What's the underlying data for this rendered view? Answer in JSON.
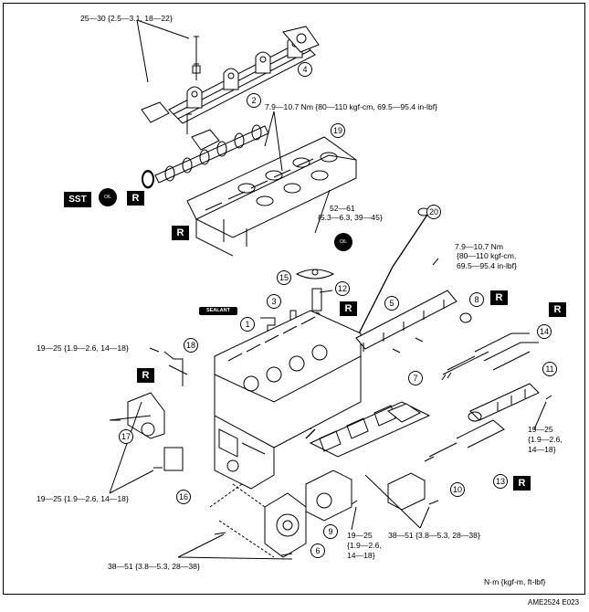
{
  "torque_specs": {
    "top_bolts": "25—30 {2.5—3.1, 18—22}",
    "cover_line1": "7.9—10.7 Nm {80—110 kgf-cm, 69.5—95.4 in-lbf}",
    "center_l1": "52—61",
    "center_l2": "{5.3—6.3, 39—45}",
    "right_l1": "7.9—10.7 Nm",
    "right_l2": "{80—110 kgf-cm,",
    "right_l3": "69.5—95.4 in-lbf}",
    "left_bracket": "19—25 {1.9—2.6, 14—18}",
    "right_pipe_l1": "19—25",
    "right_pipe_l2": "{1.9—2.6,",
    "right_pipe_l3": "14—18}",
    "left_lower": "19—25 {1.9—2.6, 14—18}",
    "pump_l1": "19—25",
    "pump_l2": "{1.9—2.6,",
    "pump_l3": "14—18}",
    "manifold": "38—51 {3.8—5.3, 28—38}",
    "bottom": "38—51 {3.8—5.3, 28—38}"
  },
  "callouts": [
    "1",
    "2",
    "3",
    "4",
    "5",
    "6",
    "7",
    "8",
    "9",
    "10",
    "11",
    "12",
    "13",
    "14",
    "15",
    "16",
    "17",
    "18",
    "19",
    "20"
  ],
  "symbols": {
    "sst": "SST",
    "r": "R",
    "oil": "OIL",
    "sealant": "SEALANT"
  },
  "units_note": "N·m {kgf-m, ft-lbf}",
  "figure_code": "AME2524 E023"
}
